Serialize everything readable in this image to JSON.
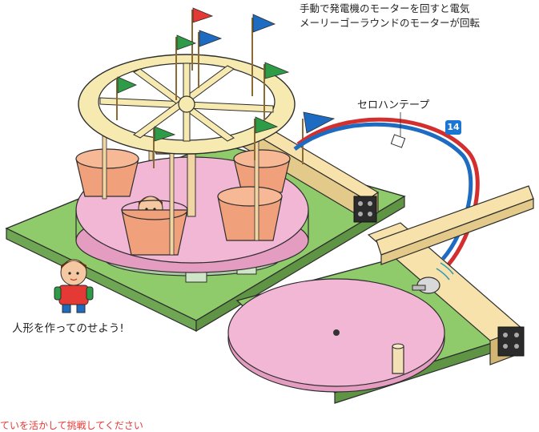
{
  "texts": {
    "top_note_line1": "手動で発電機のモーターを回すと電気",
    "top_note_line2": "メーリーゴーラウンドのモーターが回転",
    "tape_label": "セロハンテープ",
    "cable_number": "14",
    "doll_caption": "人形を作ってのせよう!",
    "footer_note": "ていを活かして挑戦してください"
  },
  "colors": {
    "base_green": "#8fcb6b",
    "wood": "#f6e2aa",
    "pink_disc": "#f3b7d6",
    "cup": "#f0a07a",
    "flag_green": "#2e9b47",
    "flag_red": "#e53935",
    "flag_blue": "#1e6cc2",
    "wire_red": "#d32f2f",
    "wire_blue": "#1e6cc2",
    "badge_blue": "#1976d2",
    "footer_red": "#e53935"
  },
  "icons": {
    "flag": "flag-icon",
    "doll": "doll-icon",
    "connector": "connector-block-icon"
  }
}
